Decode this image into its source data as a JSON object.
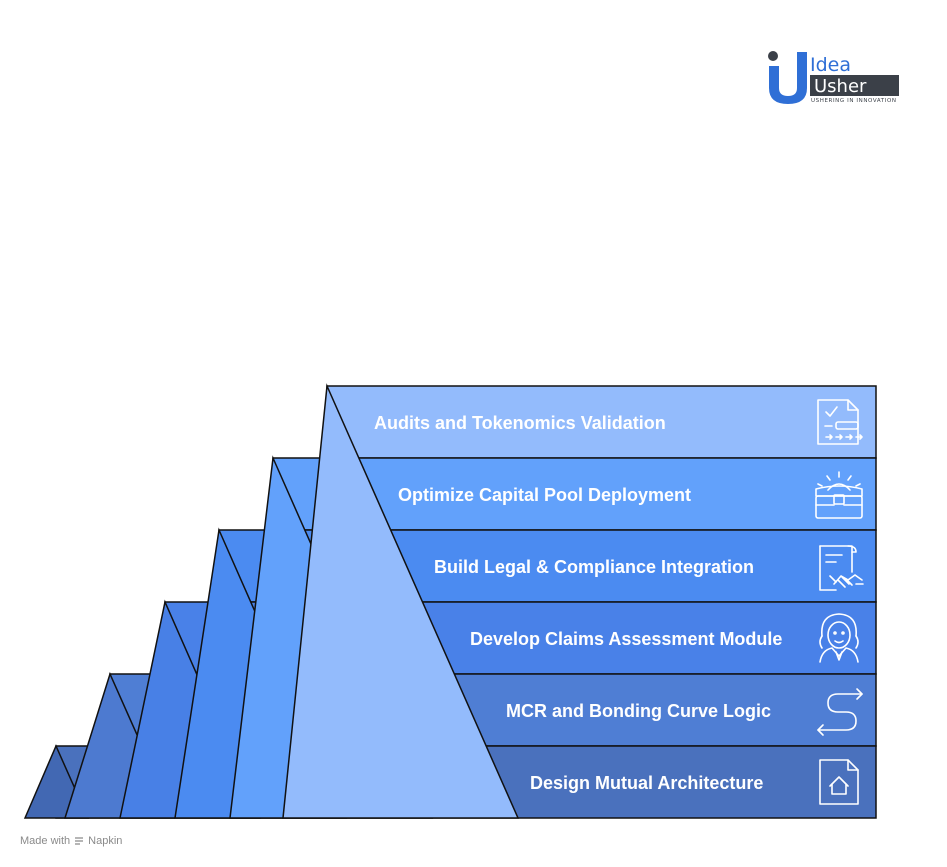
{
  "brand": {
    "name_top": "Idea",
    "name_bottom": "Usher",
    "tagline": "USHERING IN INNOVATION",
    "colors": {
      "blue": "#2f6fd6",
      "dark": "#3b4048",
      "light_blue": "#5a9cf5"
    }
  },
  "steps": [
    {
      "label": "Audits and Tokenomics Validation",
      "icon": "checklist-icon",
      "color": "#93bbfc"
    },
    {
      "label": "Optimize Capital Pool Deployment",
      "icon": "treasure-chest-icon",
      "color": "#62a1fb"
    },
    {
      "label": "Build Legal & Compliance Integration",
      "icon": "legal-document-handshake-icon",
      "color": "#4b8bf1"
    },
    {
      "label": "Develop Claims Assessment Module",
      "icon": "judge-icon",
      "color": "#4981e8"
    },
    {
      "label": "MCR and Bonding Curve Logic",
      "icon": "curved-arrows-icon",
      "color": "#4f7ed4"
    },
    {
      "label": "Design Mutual Architecture",
      "icon": "document-home-icon",
      "color": "#4a71bd"
    }
  ],
  "footer": {
    "made_with": "Made with",
    "brand": "Napkin"
  }
}
